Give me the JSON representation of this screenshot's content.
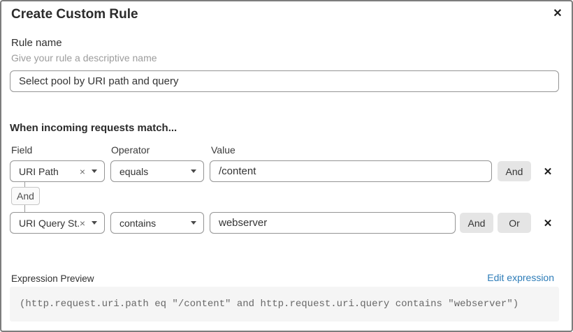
{
  "dialog": {
    "title": "Create Custom Rule",
    "close_icon": "✕"
  },
  "rule_name": {
    "label": "Rule name",
    "helper": "Give your rule a descriptive name",
    "value": "Select pool by URI path and query"
  },
  "match": {
    "heading": "When incoming requests match...",
    "columns": {
      "field": "Field",
      "operator": "Operator",
      "value": "Value"
    },
    "connector_label": "And",
    "rows": [
      {
        "field": "URI Path",
        "operator": "equals",
        "value": "/content",
        "and_label": "And"
      },
      {
        "field": "URI Query St...",
        "operator": "contains",
        "value": "webserver",
        "and_label": "And",
        "or_label": "Or"
      }
    ],
    "clear_icon": "×",
    "remove_icon": "✕"
  },
  "expression": {
    "label": "Expression Preview",
    "edit_link": "Edit expression",
    "code": "(http.request.uri.path eq \"/content\" and http.request.uri.query contains \"webserver\")"
  },
  "colors": {
    "link_blue": "#2d7cb8",
    "input_border": "#949494",
    "button_gray": "#e5e5e5",
    "code_bg": "#f5f5f5"
  }
}
